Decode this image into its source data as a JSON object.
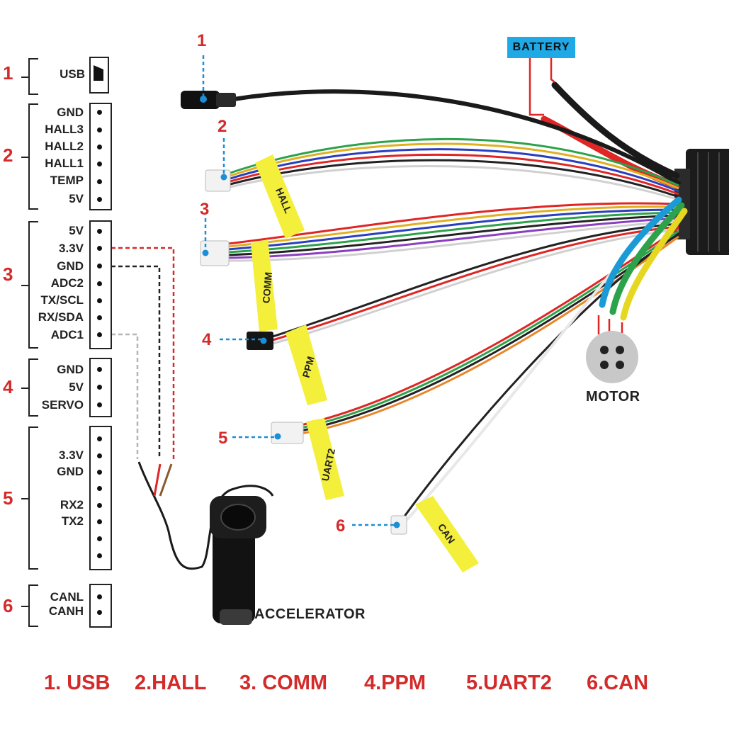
{
  "connectors": [
    {
      "number": "1",
      "pins": [
        "USB"
      ]
    },
    {
      "number": "2",
      "pins": [
        "GND",
        "HALL3",
        "HALL2",
        "HALL1",
        "TEMP",
        "5V"
      ]
    },
    {
      "number": "3",
      "pins": [
        "5V",
        "3.3V",
        "GND",
        "ADC2",
        "TX/SCL",
        "RX/SDA",
        "ADC1"
      ]
    },
    {
      "number": "4",
      "pins": [
        "GND",
        "5V",
        "SERVO"
      ]
    },
    {
      "number": "5",
      "pins": [
        "3.3V",
        "GND",
        "",
        "RX2",
        "TX2",
        "",
        ""
      ]
    },
    {
      "number": "6",
      "pins": [
        "CANL",
        "CANH"
      ]
    }
  ],
  "labels": {
    "battery": "BATTERY",
    "motor": "MOTOR",
    "accelerator": "ACCELERATOR",
    "tag_hall": "HALL",
    "tag_comm": "COMM",
    "tag_ppm": "PPM",
    "tag_uart2": "UART2",
    "tag_can": "CAN"
  },
  "callouts": [
    "1",
    "2",
    "3",
    "4",
    "5",
    "6"
  ],
  "legend": [
    "1. USB",
    "2.HALL",
    "3. COMM",
    "4.PPM",
    "5.UART2",
    "6.CAN"
  ],
  "colors": {
    "accent_red": "#d42a2a",
    "callout_blue": "#1a8fd6",
    "tag_yellow": "#f4ef3a",
    "battery_blue": "#1fa9e6"
  }
}
